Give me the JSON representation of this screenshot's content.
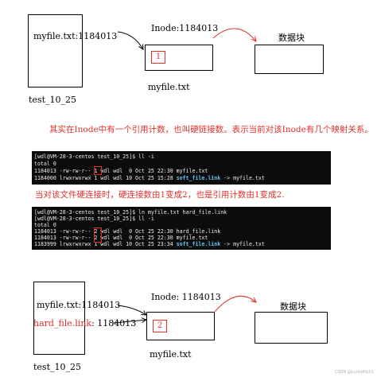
{
  "top_diagram": {
    "dir_filename": "myfile.txt:1184013",
    "dir_label": "test_10_25",
    "inode_label": "Inode:1184013",
    "ref_count": "1",
    "inode_caption": "myfile.txt",
    "data_block_label": "数据块"
  },
  "note1": "其实在Inode中有一个引用计数，也叫硬链接数。表示当前对该Inode有几个映射关系。",
  "terminal1": {
    "prompt": "[wdl@VM-28-3-centos test_10_25]$ ll -i",
    "total": "total 0",
    "row1_pre": "1184013 -rw-rw-r-- ",
    "row1_count": "1",
    "row1_post": " wdl wdl  0 Oct 25 22:30 myfile.txt",
    "row2_pre": "1184000 lrwxrwxrwx 1 wdl wdl 10 Oct 25 15:28 ",
    "row2_link": "soft_file.link",
    "row2_post": " -> myfile.txt"
  },
  "note2": "当对该文件硬连接时，硬连接数由1变成2，也是引用计数由1变成2.",
  "terminal2": {
    "prompt1": "[wdl@VM-28-3-centos test_10_25]$ ln myfile.txt hard_file.link",
    "prompt2": "[wdl@VM-28-3-centos test_10_25]$ ll -i",
    "total": "total 0",
    "row1_pre": "1184013 -rw-rw-r-- ",
    "row1_count": "2",
    "row1_post": " wdl wdl  0 Oct 25 22:30 hard_file.link",
    "row2_pre": "1184013 -rw-rw-r-- ",
    "row2_count": "2",
    "row2_post": " wdl wdl  0 Oct 25 22:30 myfile.txt",
    "row3_pre": "1183999 lrwxrwxrwx 1 wdl wdl 10 Oct 25 23:34 ",
    "row3_link": "soft_file.link",
    "row3_post": " -> myfile.txt"
  },
  "bottom_diagram": {
    "dir_filename": "myfile.txt:1184013",
    "hard_link_name": "hard_file.link",
    "hard_link_inode": ": 1184013",
    "dir_label": "test_10_25",
    "inode_label": "Inode: 1184013",
    "ref_count": "2",
    "inode_caption": "myfile.txt",
    "data_block_label": "数据块"
  },
  "watermark": "CSDN @LuckyRich1",
  "colors": {
    "annotation": "#e0302c",
    "terminal_bg": "#0c0c0c",
    "link_cyan": "#5cc9f5"
  }
}
